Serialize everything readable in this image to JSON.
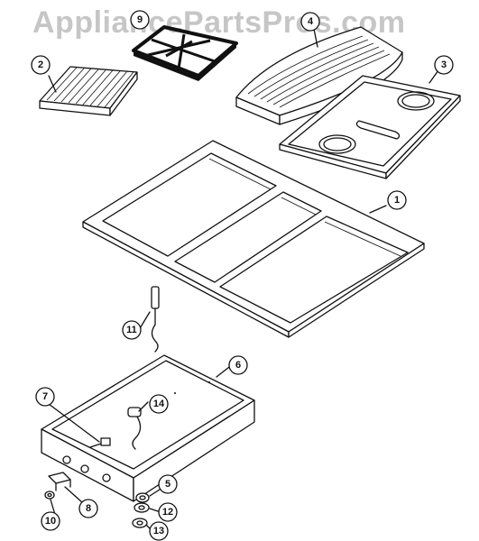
{
  "watermark": "AppliancePartsPros.com",
  "callouts": {
    "c1": "1",
    "c2": "2",
    "c3": "3",
    "c5": "5",
    "c6": "6",
    "c7": "7",
    "c8": "8",
    "c9": "9",
    "c10": "10",
    "c11": "11",
    "c12": "12",
    "c13": "13",
    "c14": "14",
    "c4": "4"
  }
}
